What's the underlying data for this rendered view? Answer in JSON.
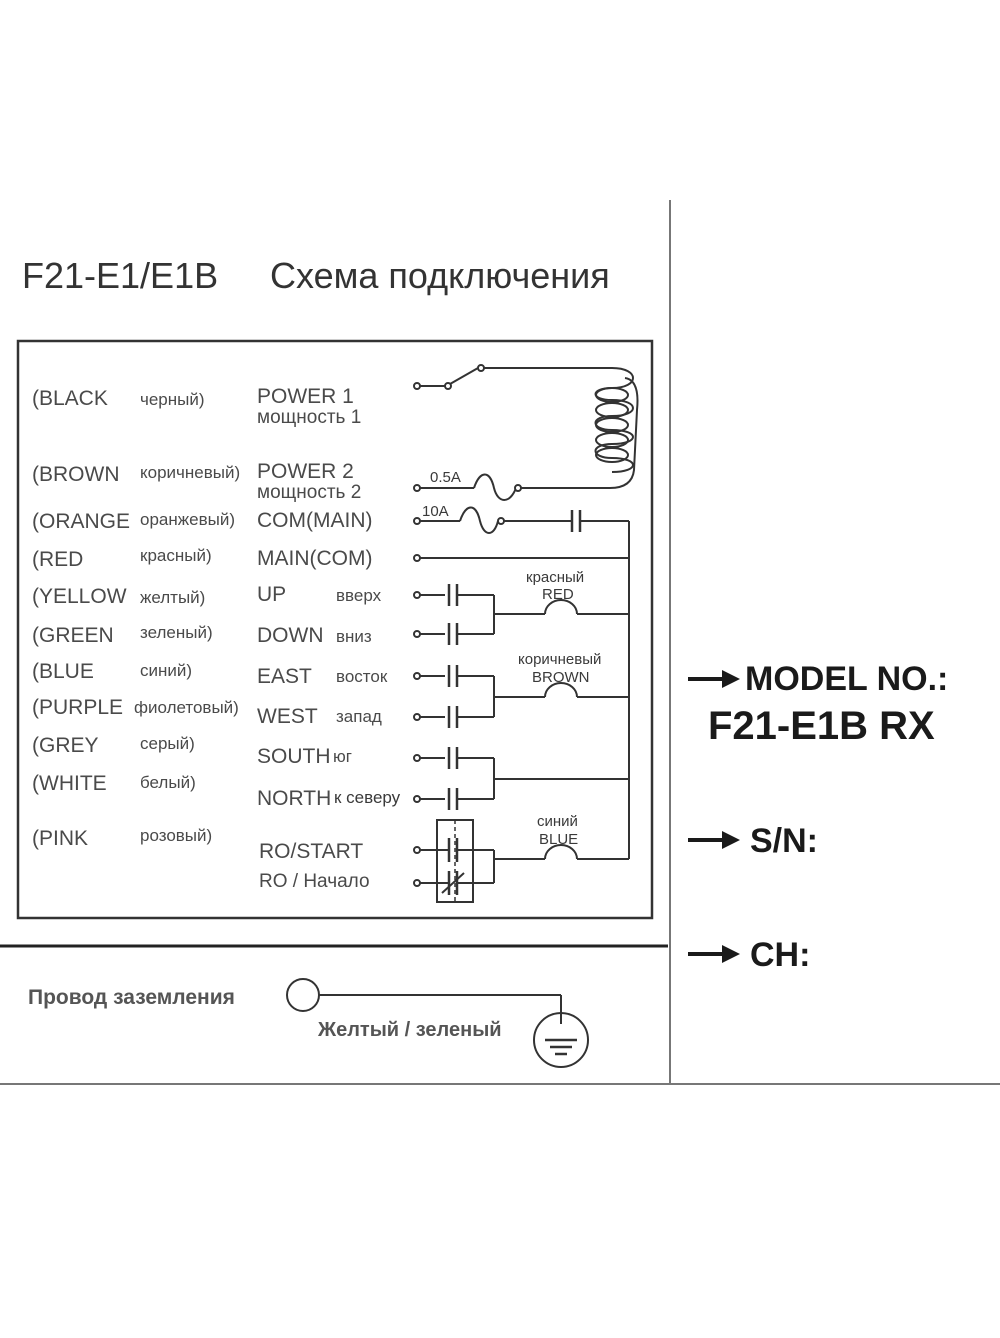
{
  "title": {
    "model": "F21-E1/E1B",
    "caption": "Схема подключения"
  },
  "rows": [
    {
      "color_en": "(BLACK",
      "color_ru": "черный)",
      "signal": "POWER 1",
      "signal_ru": "мощность 1"
    },
    {
      "color_en": "(BROWN",
      "color_ru": "коричневый)",
      "signal": "POWER 2",
      "signal_ru": "мощность 2"
    },
    {
      "color_en": "(ORANGE",
      "color_ru": "оранжевый)",
      "signal": "COM(MAIN)",
      "signal_ru": ""
    },
    {
      "color_en": "(RED",
      "color_ru": "красный)",
      "signal": "MAIN(COM)",
      "signal_ru": ""
    },
    {
      "color_en": "(YELLOW",
      "color_ru": "желтый)",
      "signal": "UP",
      "signal_ru": "вверх"
    },
    {
      "color_en": "(GREEN",
      "color_ru": "зеленый)",
      "signal": "DOWN",
      "signal_ru": "вниз"
    },
    {
      "color_en": "(BLUE",
      "color_ru": "синий)",
      "signal": "EAST",
      "signal_ru": "восток"
    },
    {
      "color_en": "(PURPLE",
      "color_ru": "фиолетовый)",
      "signal": "WEST",
      "signal_ru": "запад"
    },
    {
      "color_en": "(GREY",
      "color_ru": "серый)",
      "signal": "SOUTH",
      "signal_ru": "юг"
    },
    {
      "color_en": "(WHITE",
      "color_ru": "белый)",
      "signal": "NORTH",
      "signal_ru": "к северу"
    },
    {
      "color_en": "(PINK",
      "color_ru": "розовый)",
      "signal": "RO/START",
      "signal_ru": "RO / Начало"
    }
  ],
  "fuses": {
    "small": "0.5A",
    "large": "10A"
  },
  "coils": {
    "red": {
      "ru": "красный",
      "en": "RED"
    },
    "brown": {
      "ru": "коричневый",
      "en": "BROWN"
    },
    "blue": {
      "ru": "синий",
      "en": "BLUE"
    }
  },
  "ground": {
    "label": "Провод заземления",
    "wire": "Желтый / зеленый"
  },
  "side": {
    "model_label": "MODEL NO.:",
    "model_value": "F21-E1B RX",
    "sn_label": "S/N:",
    "ch_label": "CH:"
  }
}
